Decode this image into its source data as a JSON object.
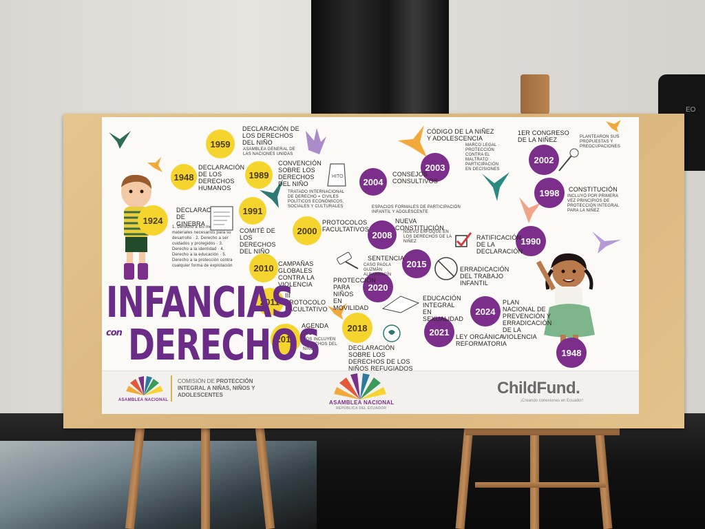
{
  "poster": {
    "title_line1": "INFANCIAS",
    "title_con": "con",
    "title_line2": "DERECHOS",
    "years": {
      "y1959": "1959",
      "y1948a": "1948",
      "y1989": "1989",
      "y1991": "1991",
      "y1924": "1924",
      "y2000": "2000",
      "y2010": "2010",
      "y2011": "2011",
      "y2015a": "2015",
      "y2018": "2018",
      "y2020": "2020",
      "y2004": "2004",
      "y2008": "2008",
      "y2015b": "2015",
      "y2003": "2003",
      "y2002": "2002",
      "y1998": "1998",
      "y1990": "1990",
      "y2024": "2024",
      "y2021": "2021",
      "y1948b": "1948"
    },
    "labels": {
      "l1959": "Declaración de los derechos del niño",
      "l1959sub": "Asamblea general de las naciones unidas",
      "l1948": "Declaración de los derechos humanos",
      "l1989": "Convención sobre los derechos del niño",
      "l1989sub": "Tratado internacional de derecho = Civiles políticos económicos, sociales y culturales",
      "l1991": "Comité de los derechos del niño",
      "l1924": "Declaración de Ginebra",
      "l1924list": "1. Derecho a los medios materiales necesarios para su desarrollo · 2. Derecho a ser cuidados y protegidos · 3. Derecho a la identidad · 4. Derecho a la educación · 5. Derecho a la protección contra cualquier forma de explotación",
      "l2000": "Protocolos facultativos",
      "l2010": "Campañas globales contra la violencia",
      "l2011": "III protocolo facultativo",
      "l2015a": "Agenda 2030",
      "l2015asub": "ODS incluyen derechos del niño",
      "lsentencia": "Sentencia",
      "lsentencia_sub": "Caso Paola Guzmán Albarracín",
      "lmovilidad": "Protección para niños en movilidad",
      "l2018": "Declaración sobre los derechos de los niños refugiados e inmigrantes",
      "l2004": "Consejos consultivos",
      "l2004sub": "Espacios formales de participación infantil y adolescente",
      "l2008": "Nueva constitución",
      "l2008sub": "Nuevo enfoque en los derechos de la niñez",
      "l2015b": "Erradicación del trabajo infantil",
      "l2020": "Educación integral en sexualidad",
      "l2003": "Código de la niñez y adolescencia",
      "l2003sub": "Marco legal · Protección contra el maltrato · Participación en decisiones",
      "l2002": "1er congreso de la niñez",
      "l2002sub": "Plantearon sus propuestas y preocupaciones",
      "l1998": "Constitución",
      "l1998sub": "Incluyó por primera vez principios de protección integral para la niñez",
      "l1990": "Ratificación de la declaración",
      "l2024": "Plan nacional de prevención y erradicación de la violencia",
      "l2021": "Ley orgánica reformatoria"
    },
    "footer": {
      "commission_pre": "COMISIÓN DE ",
      "commission_bold": "PROTECCIÓN INTEGRAL A NIÑAS, NIÑOS Y ADOLESCENTES",
      "asamblea": "ASAMBLEA NACIONAL",
      "asamblea_sub": "REPÚBLICA DEL ECUADOR",
      "childfund": "ChildFund.",
      "childfund_sub": "¡Creando conexiones en Ecuador!"
    }
  },
  "scene": {
    "speaker_brand": "EO"
  }
}
